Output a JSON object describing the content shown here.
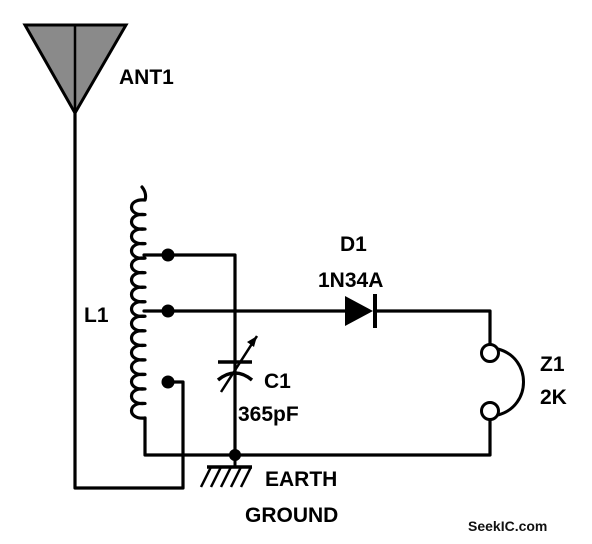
{
  "labels": {
    "antenna": "ANT1",
    "coil": "L1",
    "diode_ref": "D1",
    "diode_part": "1N34A",
    "capacitor_ref": "C1",
    "capacitor_value": "365pF",
    "earphone_ref": "Z1",
    "earphone_value": "2K",
    "ground_line1": "EARTH",
    "ground_line2": "GROUND"
  },
  "watermark": "SeekIC.com",
  "colors": {
    "ink": "#000000",
    "antenna_fill": "#8a8a8a",
    "background": "#ffffff"
  }
}
